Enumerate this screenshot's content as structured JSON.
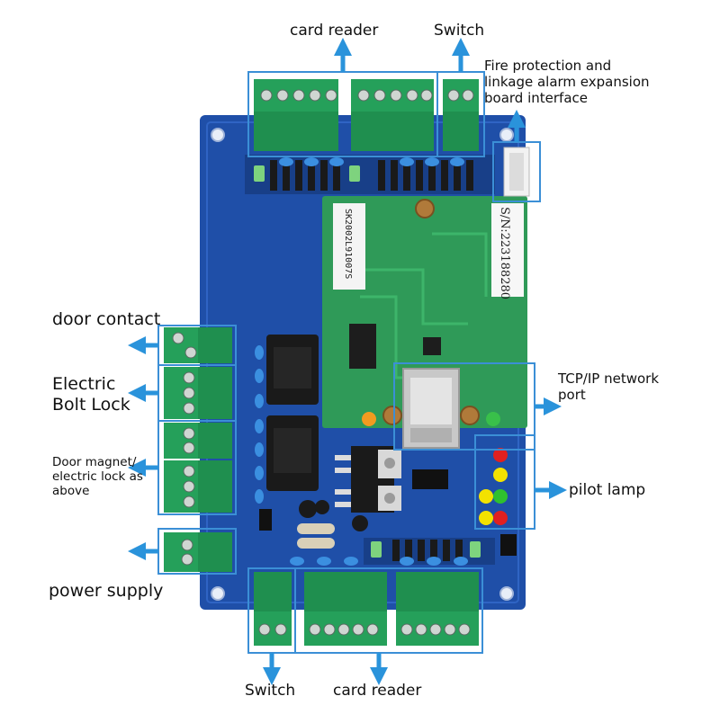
{
  "labels": {
    "card_reader_top": "card reader",
    "switch_top": "Switch",
    "fire_protection": "Fire protection and linkage alarm expansion board interface",
    "door_contact": "door contact",
    "electric_bolt_lock": "Electric Bolt Lock",
    "door_magnet": "Door magnet/ electric lock as above",
    "power_supply": "power supply",
    "tcpip_port": "TCP/IP network port",
    "pilot_lamp": "pilot lamp",
    "switch_bottom": "Switch",
    "card_reader_bottom": "card reader"
  },
  "board": {
    "serial_number": "S/N:223188280",
    "module_code": "SK2002L91007S"
  },
  "colors": {
    "pcb": "#1f4fa8",
    "module": "#2f9a58",
    "terminal": "#25a05a",
    "highlight_box": "#3b8fd6",
    "arrow": "#2a93db",
    "led_red": "#e02020",
    "led_yellow": "#f3e200",
    "led_green": "#2fc02f"
  }
}
